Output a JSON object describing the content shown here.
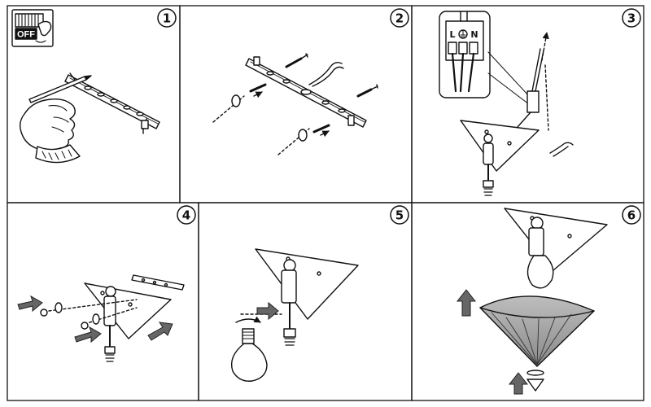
{
  "steps": [
    {
      "number": "1"
    },
    {
      "number": "2"
    },
    {
      "number": "3"
    },
    {
      "number": "4"
    },
    {
      "number": "5"
    },
    {
      "number": "6"
    }
  ],
  "switch_label": "OFF",
  "wiring_labels": [
    "L",
    "N"
  ],
  "colors": {
    "line": "#111111",
    "arrow_fill": "#666666",
    "shade_fill": "#e6e6e6"
  }
}
